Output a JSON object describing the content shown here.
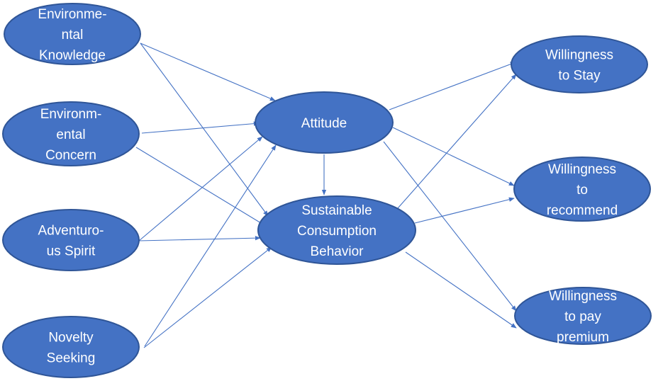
{
  "nodes": {
    "environmental_knowledge": [
      "Environme-",
      "ntal",
      "Knowledge"
    ],
    "environmental_concern": [
      "Environm-",
      "ental",
      "Concern"
    ],
    "adventurous_spirit": [
      "Adventuro-",
      "us Spirit"
    ],
    "novelty_seeking": [
      "Novelty",
      "Seeking"
    ],
    "attitude": [
      "Attitude"
    ],
    "sustainable_consumption_behavior": [
      "Sustainable",
      "Consumption",
      "Behavior"
    ],
    "willingness_to_stay": [
      "Willingness",
      "to Stay"
    ],
    "willingness_to_recommend": [
      "Willingness",
      "to",
      "recommend"
    ],
    "willingness_to_pay_premium": [
      "Willingness",
      "to pay",
      "premium"
    ]
  },
  "edges": [
    [
      "environmental_knowledge",
      "attitude"
    ],
    [
      "environmental_knowledge",
      "sustainable_consumption_behavior"
    ],
    [
      "environmental_concern",
      "attitude"
    ],
    [
      "environmental_concern",
      "sustainable_consumption_behavior"
    ],
    [
      "adventurous_spirit",
      "attitude"
    ],
    [
      "adventurous_spirit",
      "sustainable_consumption_behavior"
    ],
    [
      "novelty_seeking",
      "attitude"
    ],
    [
      "novelty_seeking",
      "sustainable_consumption_behavior"
    ],
    [
      "attitude",
      "sustainable_consumption_behavior"
    ],
    [
      "attitude",
      "willingness_to_recommend"
    ],
    [
      "attitude",
      "willingness_to_pay_premium"
    ],
    [
      "attitude",
      "willingness_to_stay"
    ],
    [
      "sustainable_consumption_behavior",
      "willingness_to_stay"
    ],
    [
      "sustainable_consumption_behavior",
      "willingness_to_recommend"
    ],
    [
      "sustainable_consumption_behavior",
      "willingness_to_pay_premium"
    ]
  ],
  "colors": {
    "node_fill": "#4472C4",
    "node_border": "#2F5597",
    "edge": "#4472C4",
    "text": "#ffffff"
  }
}
